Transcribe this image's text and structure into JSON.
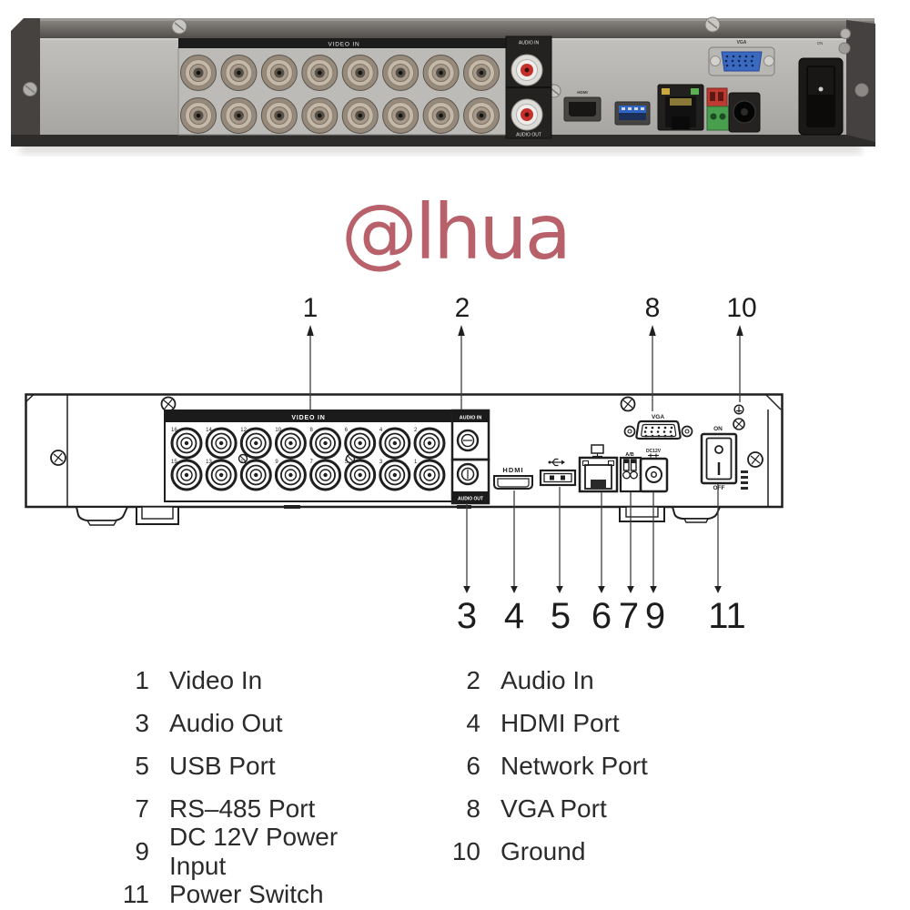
{
  "photo": {
    "labels": {
      "video_in": "VIDEO IN",
      "audio_in": "AUDIO IN",
      "audio_out": "AUDIO OUT",
      "hdmi": "HDMI",
      "vga": "VGA",
      "on": "ON"
    }
  },
  "watermark": {
    "text": "@lhua",
    "color": "#b2545e"
  },
  "diagram": {
    "labels": {
      "video_in": "VIDEO IN",
      "audio_in": "AUDIO IN",
      "audio_out": "AUDIO OUT",
      "hdmi": "HDMI",
      "ab": "A/B",
      "dc12v": "DC12V",
      "vga": "VGA",
      "on": "ON",
      "off": "OFF"
    },
    "bnc_top_numbers": [
      "16",
      "14",
      "12",
      "10",
      "8",
      "6",
      "4",
      "2"
    ],
    "bnc_bottom_numbers": [
      "15",
      "13",
      "11",
      "9",
      "7",
      "5",
      "3",
      "1"
    ],
    "callouts_top": [
      "1",
      "2",
      "8",
      "10"
    ],
    "callouts_bottom": [
      "3",
      "4",
      "5",
      "6",
      "7",
      "9",
      "11"
    ]
  },
  "legend": {
    "rows": [
      {
        "num": "1",
        "label": "Video In"
      },
      {
        "num": "2",
        "label": "Audio In"
      },
      {
        "num": "3",
        "label": "Audio Out"
      },
      {
        "num": "4",
        "label": "HDMI Port"
      },
      {
        "num": "5",
        "label": "USB Port"
      },
      {
        "num": "6",
        "label": "Network Port"
      },
      {
        "num": "7",
        "label": "RS–485 Port"
      },
      {
        "num": "8",
        "label": "VGA Port"
      },
      {
        "num": "9",
        "label": "DC 12V Power Input"
      },
      {
        "num": "10",
        "label": "Ground"
      },
      {
        "num": "11",
        "label": "Power Switch"
      }
    ]
  }
}
